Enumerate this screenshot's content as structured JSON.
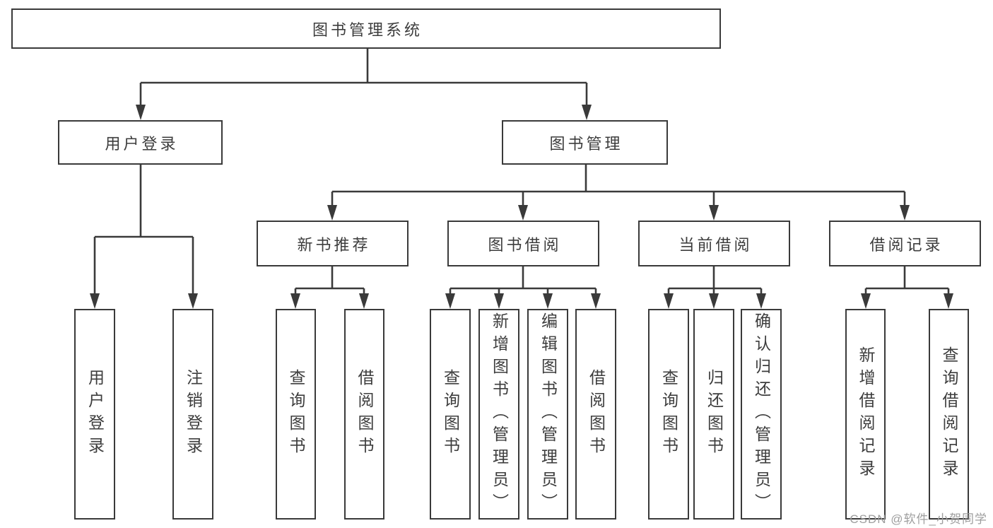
{
  "tree": {
    "label": "图书管理系统",
    "children": [
      {
        "label": "用户登录",
        "children": [
          {
            "label": "用户登录"
          },
          {
            "label": "注销登录"
          }
        ]
      },
      {
        "label": "图书管理",
        "children": [
          {
            "label": "新书推荐",
            "children": [
              {
                "label": "查询图书"
              },
              {
                "label": "借阅图书"
              }
            ]
          },
          {
            "label": "图书借阅",
            "children": [
              {
                "label": "查询图书"
              },
              {
                "label": "新增图书（管理员）"
              },
              {
                "label": "编辑图书（管理员）"
              },
              {
                "label": "借阅图书"
              }
            ]
          },
          {
            "label": "当前借阅",
            "children": [
              {
                "label": "查询图书"
              },
              {
                "label": "归还图书"
              },
              {
                "label": "确认归还（管理员）"
              }
            ]
          },
          {
            "label": "借阅记录",
            "children": [
              {
                "label": "新增借阅记录"
              },
              {
                "label": "查询借阅记录"
              }
            ]
          }
        ]
      }
    ]
  },
  "watermark": "CSDN @软件_小贺同学",
  "colors": {
    "line": "#3a3a3a",
    "text": "#3d3d3d",
    "box_fill": "#ffffff",
    "background": "#ffffff",
    "watermark": "#9e9e9e"
  }
}
